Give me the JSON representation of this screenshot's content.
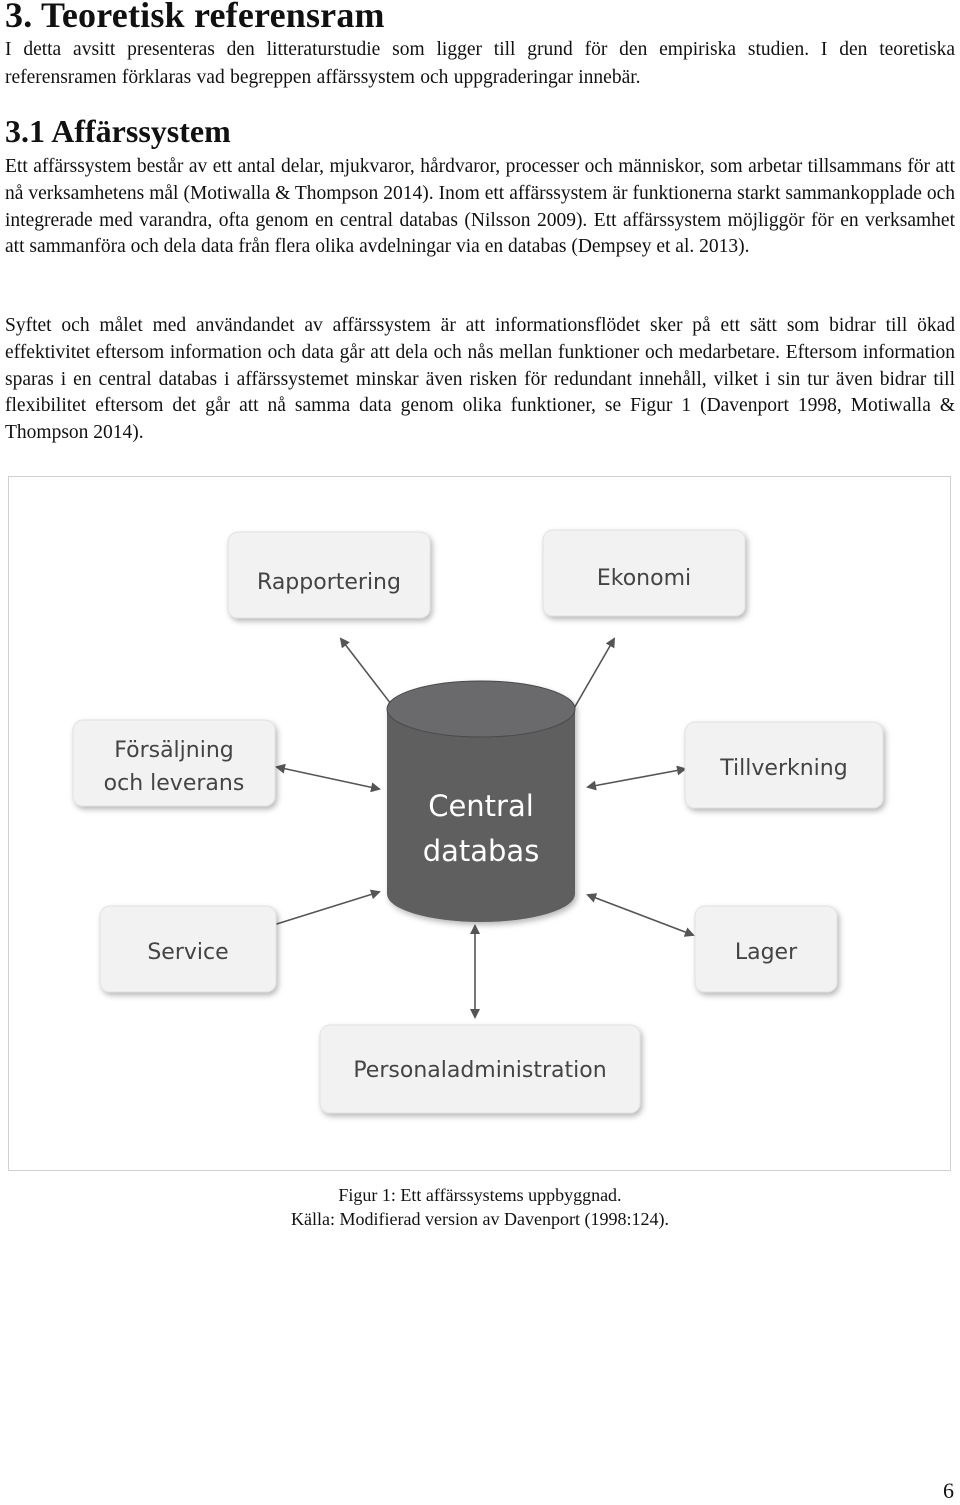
{
  "chapter": {
    "title": "3. Teoretisk referensram",
    "intro": "I detta avsitt presenteras den litteraturstudie som ligger till grund för den empiriska studien. I den teoretiska referensramen förklaras vad begreppen affärssystem och uppgraderingar innebär."
  },
  "section": {
    "title": "3.1 Affärssystem",
    "paragraphs": [
      "Ett affärssystem består av ett antal delar, mjukvaror, hårdvaror, processer och människor, som arbetar tillsammans för att nå verksamhetens mål (Motiwalla & Thompson 2014). Inom ett affärssystem är funktionerna starkt sammankopplade och integrerade med varandra, ofta genom en central databas (Nilsson 2009). Ett affärssystem möjliggör för en verksamhet att sammanföra och dela data från flera olika avdelningar via en databas (Dempsey et al. 2013).",
      "Syftet och målet med användandet av affärssystem är att informationsflödet sker på ett sätt som bidrar till ökad effektivitet eftersom information och data går att dela och nås mellan funktioner och medarbetare. Eftersom information sparas i en central databas i affärssystemet minskar även risken för redundant innehåll, vilket i sin tur även bidrar till flexibilitet eftersom det går att nå samma data genom olika funktioner, se Figur 1 (Davenport 1998, Motiwalla & Thompson 2014)."
    ]
  },
  "figure": {
    "center": {
      "line1": "Central",
      "line2": "databas"
    },
    "modules": {
      "rapportering": "Rapportering",
      "ekonomi": "Ekonomi",
      "forsaljning_1": "Försäljning",
      "forsaljning_2": "och leverans",
      "tillverkning": "Tillverkning",
      "service": "Service",
      "lager": "Lager",
      "personal": "Personaladministration"
    },
    "colors": {
      "database": "#5f5f61",
      "box_fill": "#f2f2f2",
      "arrow": "#555555"
    },
    "caption": "Figur 1: Ett affärssystems uppbyggnad.",
    "source": "Källa: Modifierad version av Davenport (1998:124)."
  },
  "page_number": "6"
}
